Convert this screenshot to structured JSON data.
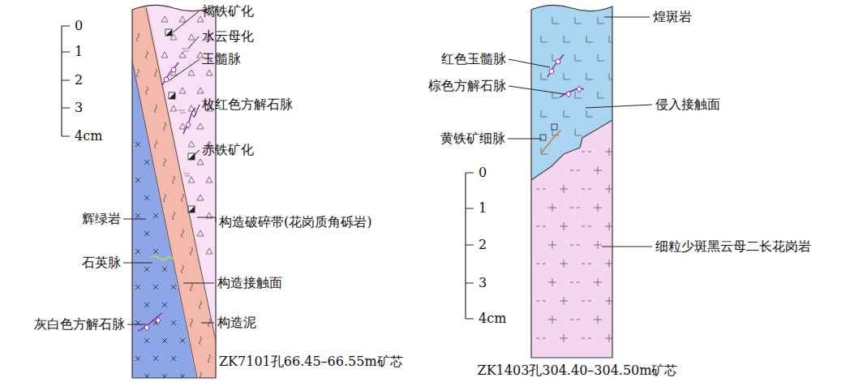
{
  "diagram": {
    "labels": [
      "0",
      "1",
      "2",
      "3",
      "4cm",
      "褐铁矿化",
      "水云母化",
      "玉髓脉",
      "枚红色方解石脉",
      "赤铁矿化",
      "辉绿岩",
      "构造破碎带(花岗质角砾岩)",
      "石英脉",
      "构造接触面",
      "灰白色方解石脉",
      "构造泥",
      "ZK7101孔66.45–66.55m矿芯",
      "红色玉髓脉",
      "煌斑岩",
      "棕色方解石脉",
      "侵入接触面",
      "黄铁矿细脉",
      "0",
      "1",
      "2",
      "3",
      "4cm",
      "细粒少斑黑云母二长花岗岩",
      "ZK1403孔304.40–304.50m矿芯"
    ]
  }
}
